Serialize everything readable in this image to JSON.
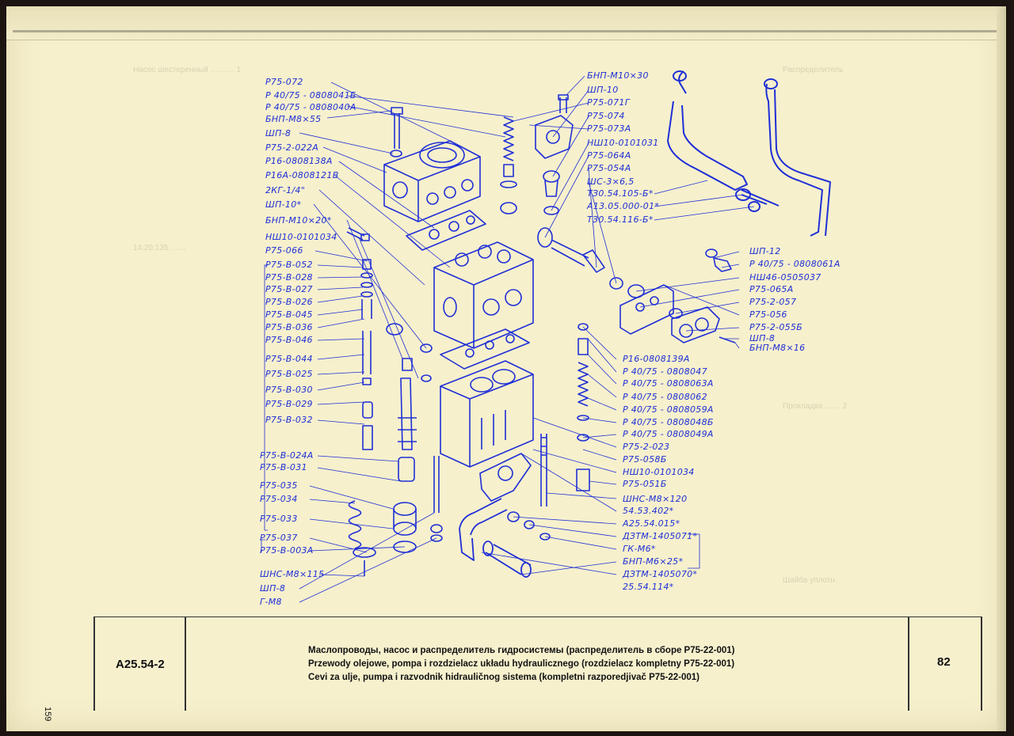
{
  "labels_left": [
    "Р75-072",
    "Р 40/75 - 0808041Б",
    "Р 40/75 - 0808040А",
    "БНП-М8×55",
    "ШП-8",
    "Р75-2-022А",
    "Р16-0808138А",
    "Р16А-0808121В",
    "2КГ-1/4\"",
    "ШП-10*",
    "БНП-М10×20*",
    "НШ10-0101034",
    "Р75-066",
    "Р75-В-052",
    "Р75-В-028",
    "Р75-В-027",
    "Р75-В-026",
    "Р75-В-045",
    "Р75-В-036",
    "Р75-В-046",
    "Р75-В-044",
    "Р75-В-025",
    "Р75-В-030",
    "Р75-В-029",
    "Р75-В-032",
    "Р75-В-024А",
    "Р75-В-031",
    "Р75-035",
    "Р75-034",
    "Р75-033",
    "Р75-037",
    "Р75-В-003А",
    "ШНС-М8×115",
    "ШП-8",
    "Г-М8"
  ],
  "labels_right_top": [
    "БНП-М10×30",
    "ШП-10",
    "Р75-071Г",
    "Р75-074",
    "Р75-073А",
    "НШ10-0101031",
    "Р75-064А",
    "Р75-054А",
    "ШС-3×6,5",
    "ТЗ0.54.105-Б*",
    "А13.05.000-01*",
    "ТЗ0.54.116-Б*"
  ],
  "labels_right_mid": [
    "ШП-12",
    "Р 40/75 - 0808061А",
    "НШ46-0505037",
    "Р75-065А",
    "Р75-2-057",
    "Р75-056",
    "Р75-2-055Б",
    "ШП-8",
    "БНП-М8×16"
  ],
  "labels_center": [
    "Р16-0808139А",
    "Р 40/75 - 0808047",
    "Р 40/75 - 0808063А",
    "Р 40/75 - 0808062",
    "Р 40/75 - 0808059А",
    "Р 40/75 - 0808048Б",
    "Р 40/75 - 0808049А",
    "Р75-2-023",
    "Р75-058Б",
    "НШ10-0101034",
    "Р75-051Б",
    "ШНС-М8×120",
    "54.53.402*",
    "А25.54.015*",
    "ДЗТМ-1405071*",
    "ГК-М6*",
    "БНП-М6×25*",
    "ДЗТМ-1405070*",
    "25.54.114*"
  ],
  "title_block": {
    "code": "A25.54-2",
    "title_ru": "Маслопроводы, насос и распределитель гидросистемы (распределитель в сборе Р75-22-001)",
    "title_pl": "Przewody olejowe, pompa i rozdzielacz układu hydraulicznego (rozdzielacz kompletny P75-22-001)",
    "title_sr": "Cevi za ulje, pumpa i razvodnik hidrauličnog sistema (kompletni razporedjivač P75-22-001)",
    "page": "82"
  },
  "side_page_number": "159",
  "colors": {
    "ink": "#1f2fd6",
    "paper": "#f6f0cd",
    "frame": "#333333"
  }
}
